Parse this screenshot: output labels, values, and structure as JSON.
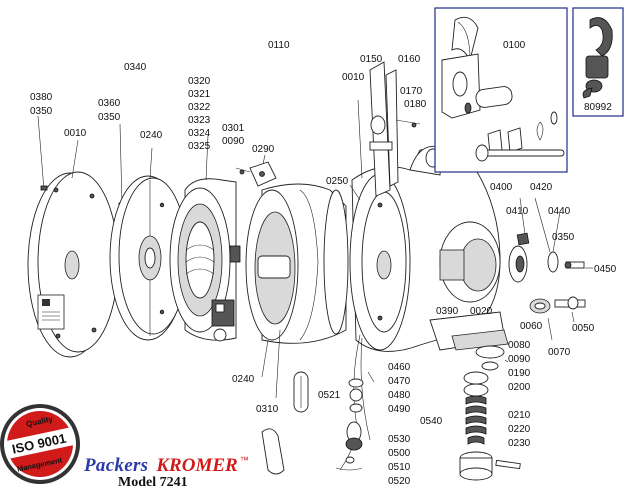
{
  "colors": {
    "inset_border": "#1f2a8a",
    "brand_blue": "#2b3aa8",
    "brand_red": "#d11a1a",
    "iso_red": "#d11a1a"
  },
  "brand": {
    "name1": "Packers",
    "name2": "KROMER",
    "tm": "™",
    "model": "Model  7241"
  },
  "iso_badge": {
    "top": "Quality",
    "middle": "ISO 9001",
    "bottom": "Management"
  },
  "insets": {
    "main_label": "0100",
    "side_label": "80992"
  },
  "part_labels": [
    "0380",
    "0350",
    "0010",
    "0360",
    "0350",
    "0340",
    "0240",
    "0320",
    "0321",
    "0322",
    "0323",
    "0324",
    "0325",
    "0301",
    "0090",
    "0290",
    "0110",
    "0010",
    "0150",
    "0160",
    "0170",
    "0180",
    "0250",
    "0400",
    "0420",
    "0410",
    "0440",
    "0350",
    "0450",
    "0390",
    "0020",
    "0060",
    "0050",
    "0070",
    "0080",
    "0090",
    "0190",
    "0200",
    "0460",
    "0470",
    "0480",
    "0490",
    "0540",
    "0210",
    "0220",
    "0230",
    "0530",
    "0500",
    "0510",
    "0520",
    "0240",
    "0310",
    "0521"
  ]
}
